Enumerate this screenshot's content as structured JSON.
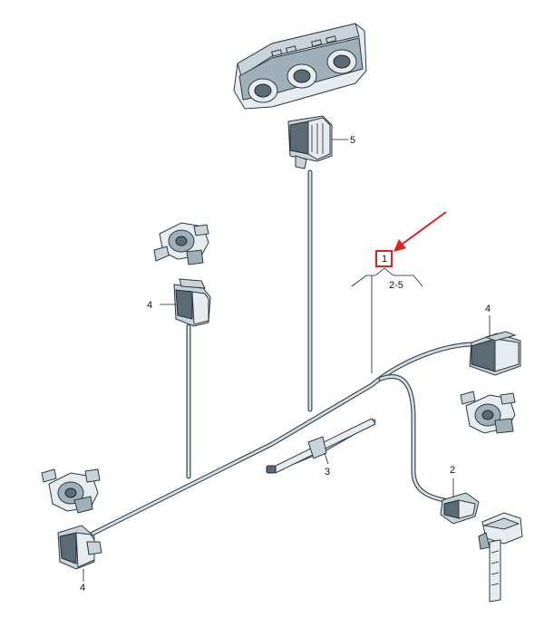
{
  "callouts": {
    "c1": "1",
    "c2_5": "2-5",
    "c2": "2",
    "c3": "3",
    "c4_left": "4",
    "c4_right": "4",
    "c4_bottom": "4",
    "c5": "5"
  },
  "colors": {
    "highlight": "#e02020",
    "wire": "#3a4a52"
  }
}
